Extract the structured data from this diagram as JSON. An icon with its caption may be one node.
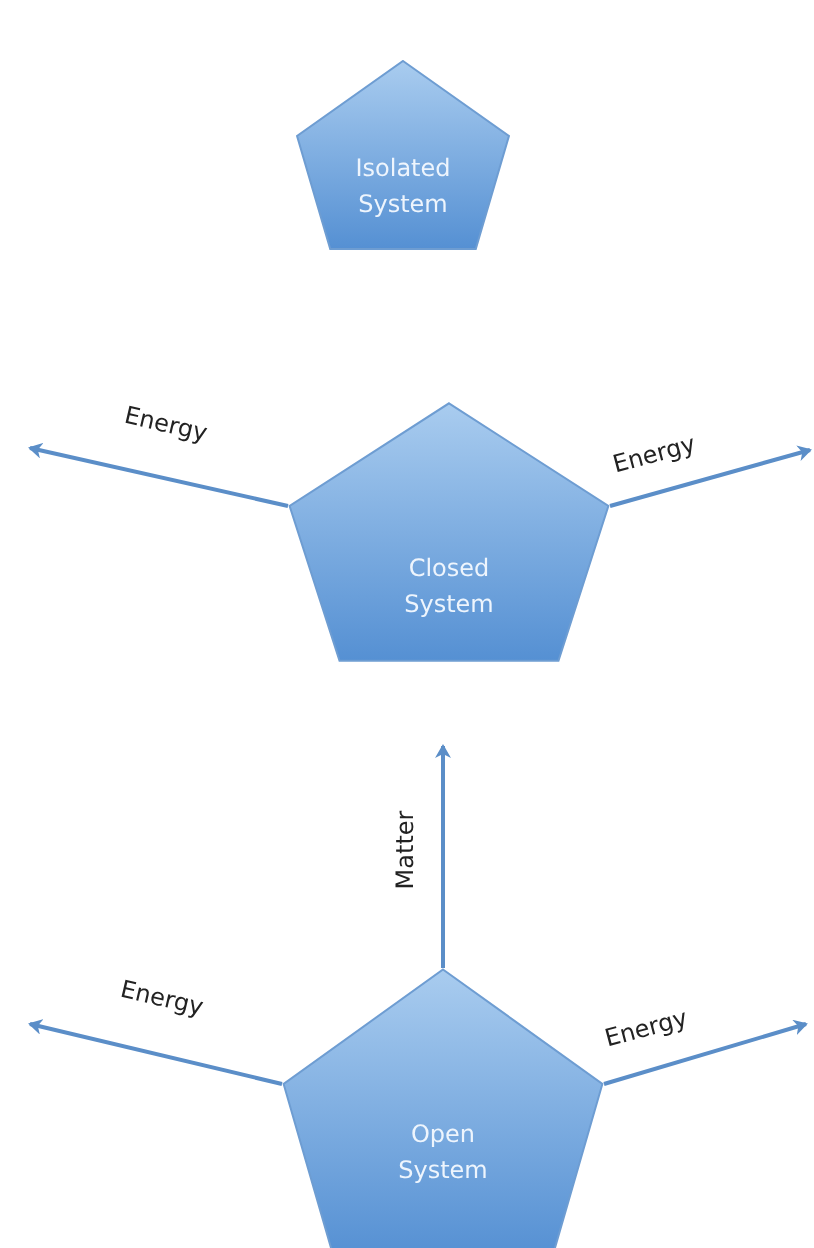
{
  "diagram": {
    "nodes": [
      {
        "text": [
          "Isolated System"
        ]
      },
      {
        "text": [
          "Closed System"
        ]
      },
      {
        "text": [
          "Open System"
        ]
      }
    ],
    "edges": [
      {
        "from": 1,
        "to": null,
        "arrow": "to",
        "label": "Energy"
      },
      {
        "from": 1,
        "to": null,
        "arrow": "to",
        "label": "Energy"
      },
      {
        "from": 2,
        "to": null,
        "arrow": "to",
        "label": "Matter"
      },
      {
        "from": 2,
        "to": null,
        "arrow": "to",
        "label": "Energy"
      },
      {
        "from": 2,
        "to": null,
        "arrow": "to",
        "label": "Energy"
      }
    ]
  }
}
